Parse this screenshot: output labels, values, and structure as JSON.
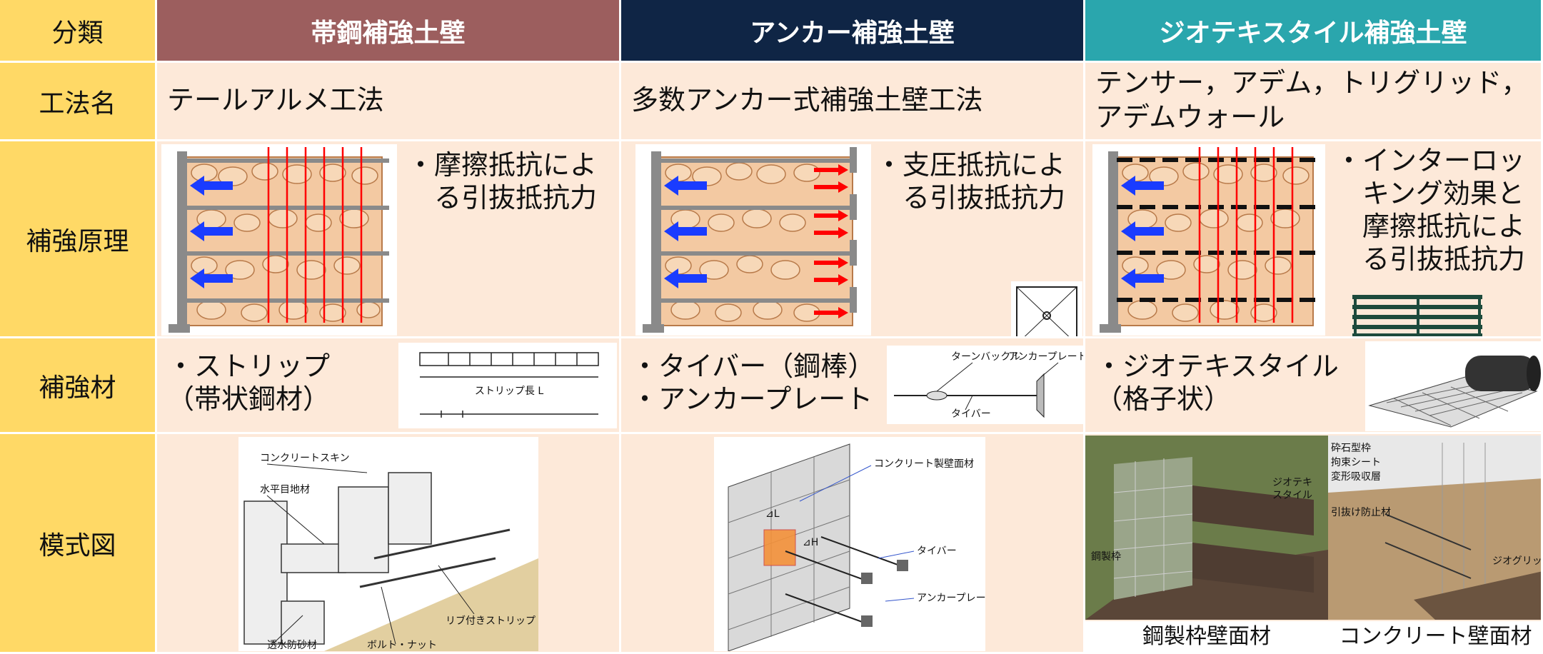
{
  "header": {
    "category": "分類",
    "col1": "帯鋼補強土壁",
    "col2": "アンカー補強土壁",
    "col3": "ジオテキスタイル補強土壁"
  },
  "rows": {
    "method": "工法名",
    "principle": "補強原理",
    "material": "補強材",
    "diagram": "模式図"
  },
  "method_names": {
    "col1": "テールアルメ工法",
    "col2": "多数アンカー式補強土壁工法",
    "col3_line1": "テンサー，アデム，トリグリッド，",
    "col3_line2": "アデムウォール"
  },
  "principle": {
    "col1_line1": "・摩擦抵抗によ",
    "col1_line2": "　る引抜抵抗力",
    "col2_line1": "・支圧抵抗によ",
    "col2_line2": "　る引抜抵抗力",
    "col3_line1": "・インターロッ",
    "col3_line2": "　キング効果と",
    "col3_line3": "　摩擦抵抗によ",
    "col3_line4": "　る引抜抵抗力"
  },
  "material": {
    "col1_line1": "・ストリップ",
    "col1_line2": "（帯状鋼材）",
    "col1_fig_label": "ストリップ長 L",
    "col2_line1": "・タイバー（鋼棒）",
    "col2_line2": "・アンカープレート",
    "col2_fig_turnbuckle": "ターンバックル",
    "col2_fig_anchorplate": "アンカープレート",
    "col2_fig_tiebar": "タイバー",
    "col3_line1": "・ジオテキスタイル",
    "col3_line2": "（格子状）"
  },
  "diagram": {
    "col1_labels": [
      "コンクリートスキン",
      "水平目地材",
      "リブ付きストリップ",
      "透水防砂材",
      "ボルト・ナット"
    ],
    "col2_labels": [
      "コンクリート製壁面材",
      "⊿L",
      "⊿H",
      "タイバー",
      "アンカープレート"
    ],
    "col3a_labels": [
      "ジオテキ",
      "スタイル",
      "鋼製枠"
    ],
    "col3a_caption": "鋼製枠壁面材",
    "col3b_labels": [
      "砕石型枠",
      "拘束シート",
      "変形吸収層",
      "引抜け防止材",
      "ジオグリッド"
    ],
    "col3b_caption": "コンクリート壁面材"
  },
  "colors": {
    "rowhead": "#ffd966",
    "body": "#fde9d9",
    "col1_header": "#9c5e5e",
    "col2_header": "#0f2545",
    "col3_header": "#2aa6ad",
    "arrow_blue": "#1a3cff",
    "arrow_red": "#ff0000"
  }
}
